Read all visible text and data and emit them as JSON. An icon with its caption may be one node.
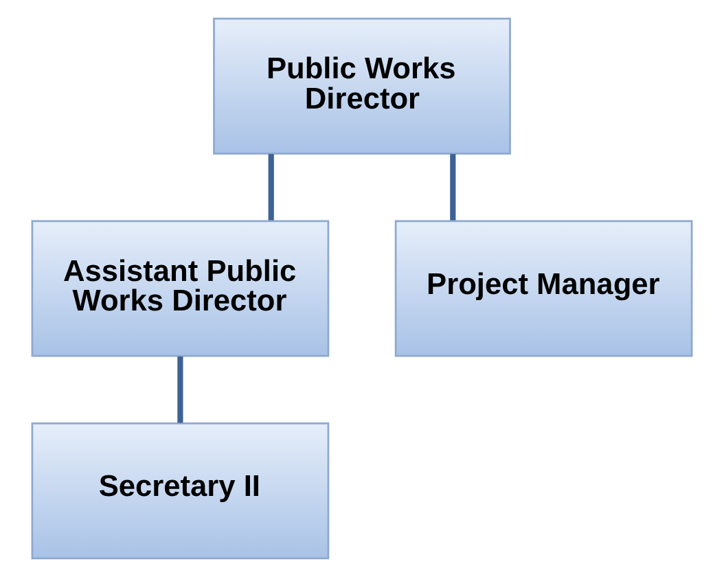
{
  "diagram": {
    "nodes": [
      {
        "text": [
          "Public Works Director"
        ]
      },
      {
        "text": [
          "Assistant Public Works Director"
        ]
      },
      {
        "text": [
          "Project Manager"
        ]
      },
      {
        "text": [
          "Secretary II"
        ]
      }
    ],
    "edges": [
      {
        "from": 0,
        "to": 1,
        "arrow": "none"
      },
      {
        "from": 0,
        "to": 2,
        "arrow": "none"
      },
      {
        "from": 1,
        "to": 3,
        "arrow": "none"
      }
    ]
  }
}
